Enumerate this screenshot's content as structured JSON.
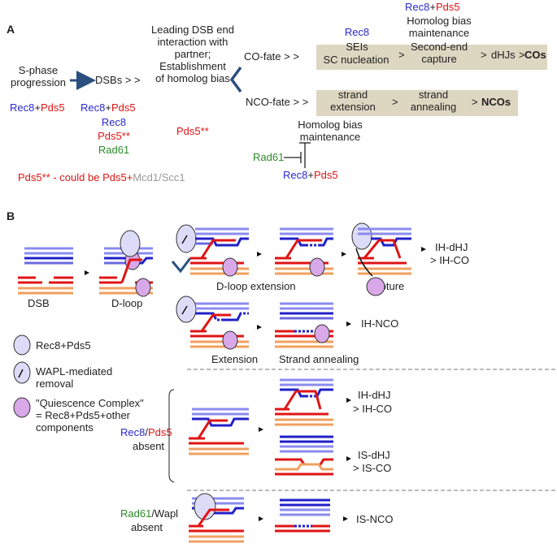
{
  "panel_a": {
    "label": "A",
    "s_phase": [
      "S-phase",
      "progression"
    ],
    "dsbs": "DSBs > >",
    "leading": [
      "Leading DSB end",
      "interaction with",
      "partner;",
      "Establishment",
      "of homolog bias"
    ],
    "co_fate": "CO-fate > >",
    "nco_fate": "NCO-fate > >",
    "rec8": "Rec8",
    "pds5": "Pds5",
    "plus": "+",
    "pds5_star": "Pds5**",
    "rad61": "Rad61",
    "seis": "SEIs",
    "sc_nucleation": "SC nucleation",
    "homolog_bias": [
      "Homolog bias",
      "maintenance"
    ],
    "second_end": [
      "Second-end",
      "capture"
    ],
    "dhjs": "dHJs",
    "cos": "COs",
    "strand_extension": [
      "strand",
      "extension"
    ],
    "strand_annealing": [
      "strand",
      "annealing"
    ],
    "ncos": "NCOs",
    "gt": ">",
    "footnote_a": "Pds5** - could be Pds5+",
    "footnote_b": "Mcd1/Scc1",
    "colors": {
      "blue": "#2a2ad0",
      "red": "#e01414",
      "green": "#2a8a2a",
      "box": "#ddd6c1",
      "arrow": "#2b4f7e"
    }
  },
  "panel_b": {
    "label": "B",
    "dsb": "DSB",
    "dloop": "D-loop",
    "dloop_extension": "D-loop extension",
    "capture": "Capture",
    "extension": "Extension",
    "strand_annealing": "Strand annealing",
    "ih_dhj": "IH-dHJ",
    "ih_co": "> IH-CO",
    "ih_nco": "IH-NCO",
    "is_dhj": "IS-dHJ",
    "is_co": "> IS-CO",
    "is_nco": "IS-NCO",
    "legend_rec8pds5": "Rec8+Pds5",
    "legend_wapl": [
      "WAPL-mediated",
      "removal"
    ],
    "legend_qc": [
      "\"Quiescence Complex\"",
      "= Rec8+Pds5+other",
      "components"
    ],
    "rec8": "Rec8",
    "slash": "/",
    "pds5": "Pds5",
    "absent": "absent",
    "rad61": "Rad61",
    "wapl": "/Wapl"
  }
}
